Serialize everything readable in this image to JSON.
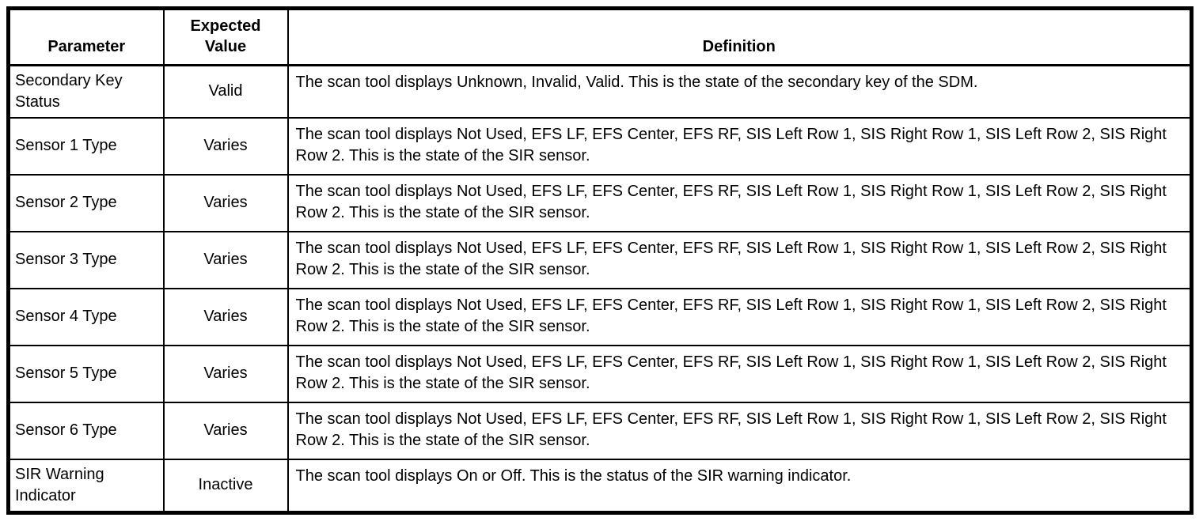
{
  "table": {
    "columns": {
      "parameter": "Parameter",
      "expected_value": "Expected Value",
      "definition": "Definition"
    },
    "rows": [
      {
        "parameter": "Secondary Key Status",
        "expected_value": "Valid",
        "definition": "The scan tool displays Unknown, Invalid, Valid. This is the state of the secondary key of the SDM."
      },
      {
        "parameter": "Sensor 1 Type",
        "expected_value": "Varies",
        "definition": "The scan tool displays Not Used, EFS LF, EFS Center, EFS RF, SIS Left Row 1, SIS Right Row 1, SIS Left Row 2, SIS Right Row 2. This is the state of the SIR sensor."
      },
      {
        "parameter": "Sensor 2 Type",
        "expected_value": "Varies",
        "definition": "The scan tool displays Not Used, EFS LF, EFS Center, EFS RF, SIS Left Row 1, SIS Right Row 1, SIS Left Row 2, SIS Right Row 2. This is the state of the SIR sensor."
      },
      {
        "parameter": "Sensor 3 Type",
        "expected_value": "Varies",
        "definition": "The scan tool displays Not Used, EFS LF, EFS Center, EFS RF, SIS Left Row 1, SIS Right Row 1, SIS Left Row 2, SIS Right Row 2. This is the state of the SIR sensor."
      },
      {
        "parameter": "Sensor 4 Type",
        "expected_value": "Varies",
        "definition": "The scan tool displays Not Used, EFS LF, EFS Center, EFS RF, SIS Left Row 1, SIS Right Row 1, SIS Left Row 2, SIS Right Row 2. This is the state of the SIR sensor."
      },
      {
        "parameter": "Sensor 5 Type",
        "expected_value": "Varies",
        "definition": "The scan tool displays Not Used, EFS LF, EFS Center, EFS RF, SIS Left Row 1, SIS Right Row 1, SIS Left Row 2, SIS Right Row 2. This is the state of the SIR sensor."
      },
      {
        "parameter": "Sensor 6 Type",
        "expected_value": "Varies",
        "definition": "The scan tool displays Not Used, EFS LF, EFS Center, EFS RF, SIS Left Row 1, SIS Right Row 1, SIS Left Row 2, SIS Right Row 2. This is the state of the SIR sensor."
      },
      {
        "parameter": "SIR Warning Indicator",
        "expected_value": "Inactive",
        "definition": "The scan tool displays On or Off. This is the status of the SIR warning indicator."
      }
    ],
    "colors": {
      "border": "#000000",
      "background": "#ffffff",
      "text": "#000000"
    }
  }
}
